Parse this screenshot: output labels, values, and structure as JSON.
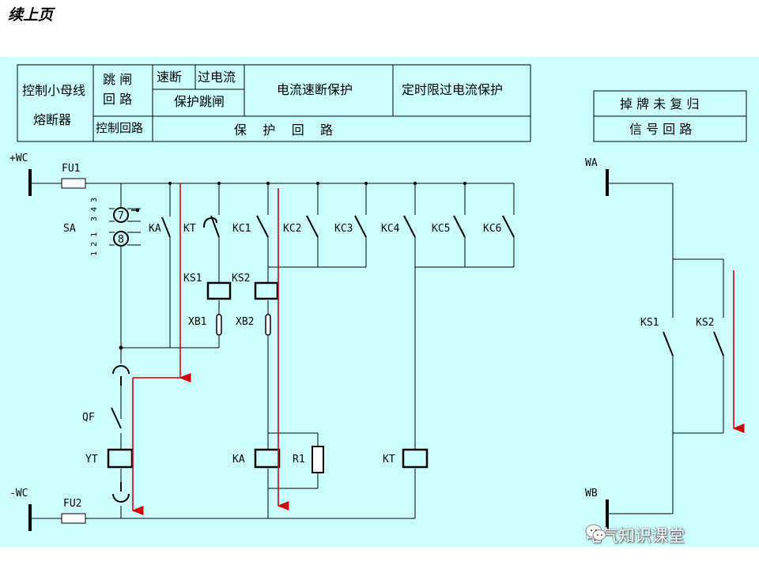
{
  "page_title": "续上页",
  "header": {
    "col1": "控制小母线",
    "col1b": "熔断器",
    "col2a": "跳  闸",
    "col2b": "回  路",
    "col2c": "控制回路",
    "col3a": "速断",
    "col3b": "过电流",
    "col3c": "保护跳闸",
    "col4": "电流速断保护",
    "col5": "定时限过电流保护",
    "span": "保    护    回    路"
  },
  "signal_header": {
    "top": "掉 牌 未 复 归",
    "bottom": "信  号  回  路"
  },
  "labels": {
    "pwc": "+WC",
    "nwc": "-WC",
    "fu1": "FU1",
    "fu2": "FU2",
    "sa": "SA",
    "sa_top": "3 4 3",
    "sa_bot": "1 2 1",
    "pos7": "7",
    "pos8": "8",
    "ka_contact": "KA",
    "kt_contact": "KT",
    "kc1": "KC1",
    "kc2": "KC2",
    "kc3": "KC3",
    "kc4": "KC4",
    "kc5": "KC5",
    "kc6": "KC6",
    "ks1": "KS1",
    "ks2": "KS2",
    "xb1": "XB1",
    "xb2": "XB2",
    "qf": "QF",
    "yt": "YT",
    "ka_coil": "KA",
    "r1": "R1",
    "kt_coil": "KT",
    "wa": "WA",
    "wb": "WB",
    "sig_ks1": "KS1",
    "sig_ks2": "KS2"
  },
  "watermark": "电气知识课堂",
  "colors": {
    "background": "#ccffff",
    "line": "#000000",
    "arrow": "#cc0000"
  }
}
